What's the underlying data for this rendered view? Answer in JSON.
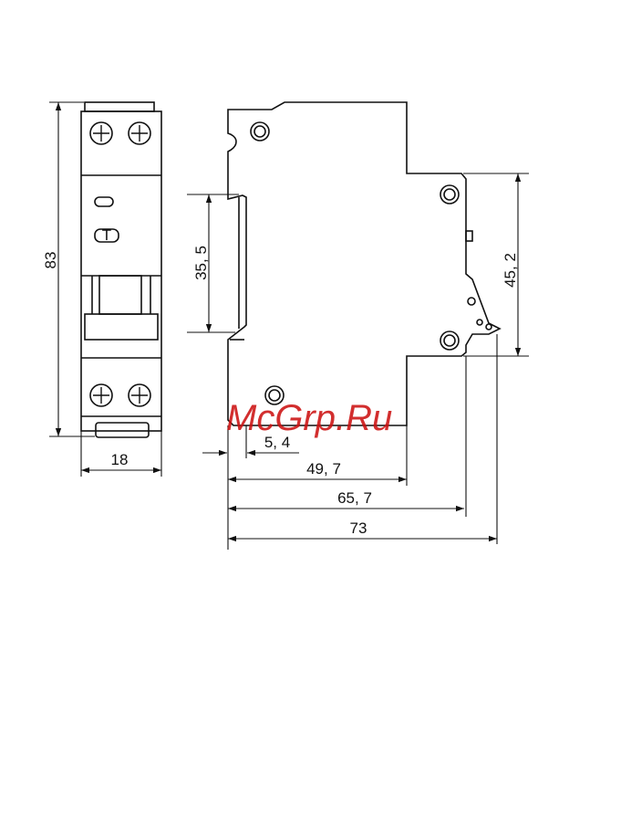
{
  "dimensions": {
    "height_front": "83",
    "width_front": "18",
    "rail": "35, 5",
    "body_height": "45, 2",
    "depth_clip": "5, 4",
    "depth_front": "49, 7",
    "depth_body": "65, 7",
    "depth_total": "73"
  },
  "front_view": {
    "indicator_letter": "T"
  },
  "watermark": {
    "text": "McGrp.Ru",
    "color": "#cc1111"
  },
  "colors": {
    "line": "#111111",
    "background": "#ffffff"
  }
}
